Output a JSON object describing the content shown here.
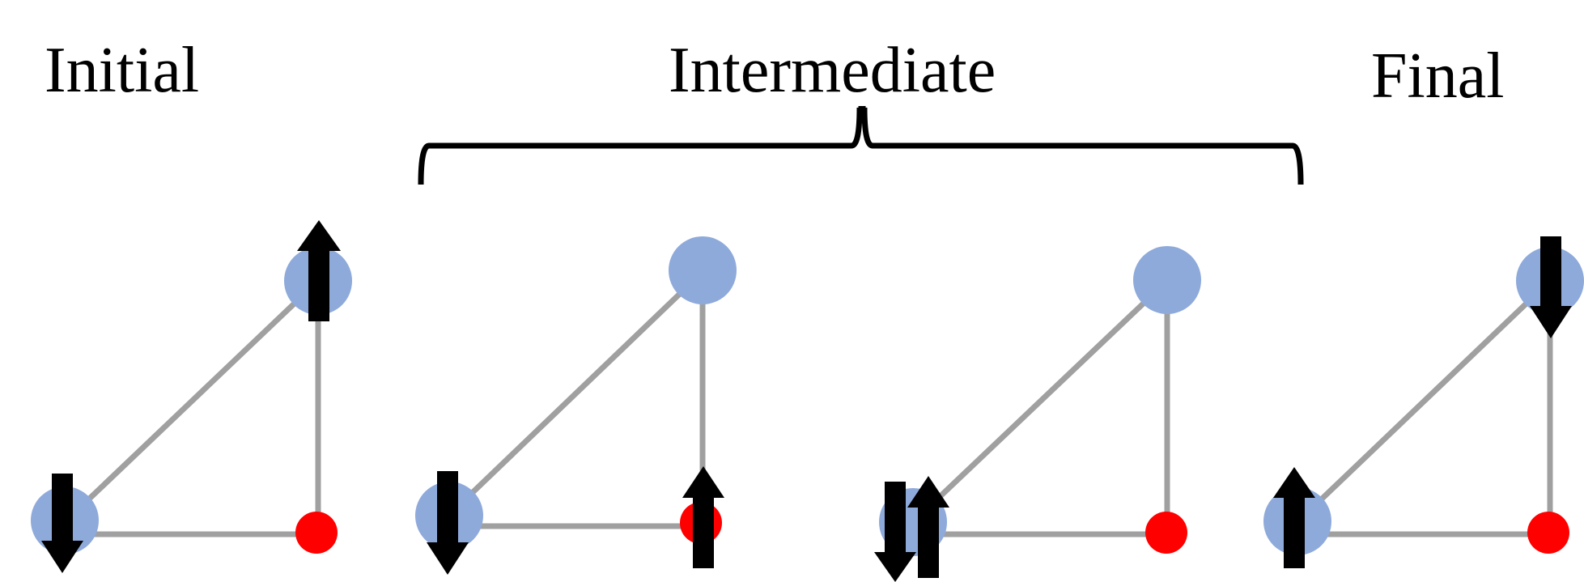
{
  "labels": {
    "initial": "Initial",
    "intermediate": "Intermediate",
    "final": "Final"
  },
  "colors": {
    "site_large": "#8eaadb",
    "site_small": "#ff0000",
    "bond": "#a0a0a0",
    "spin_arrow": "#000000",
    "bracket": "#000000"
  },
  "configurations": [
    {
      "name": "initial",
      "site_spins": {
        "bottom_left": [
          "down"
        ],
        "top_right": [
          "up"
        ],
        "bottom_right": []
      }
    },
    {
      "name": "intermediate-1",
      "site_spins": {
        "bottom_left": [
          "down"
        ],
        "top_right": [],
        "bottom_right": [
          "up"
        ]
      }
    },
    {
      "name": "intermediate-2",
      "site_spins": {
        "bottom_left": [
          "down",
          "up"
        ],
        "top_right": [],
        "bottom_right": []
      }
    },
    {
      "name": "final",
      "site_spins": {
        "bottom_left": [
          "up"
        ],
        "top_right": [
          "down"
        ],
        "bottom_right": []
      }
    }
  ]
}
